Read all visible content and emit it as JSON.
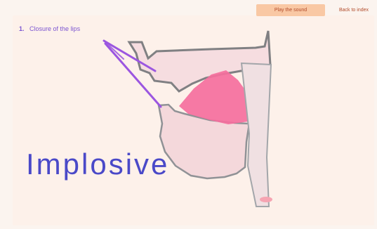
{
  "toolbar": {
    "primary_label": "Play the sound",
    "secondary_label": "Back to index"
  },
  "diagram": {
    "label_number": "1.",
    "label_text": "Closure of the lips",
    "title": "Implosive",
    "colors": {
      "outline": "#77787a",
      "tissue": "#f3d2d5",
      "tongue": "#f56f9d",
      "pointer": "#9b56e0",
      "title": "#4a49c8"
    }
  }
}
